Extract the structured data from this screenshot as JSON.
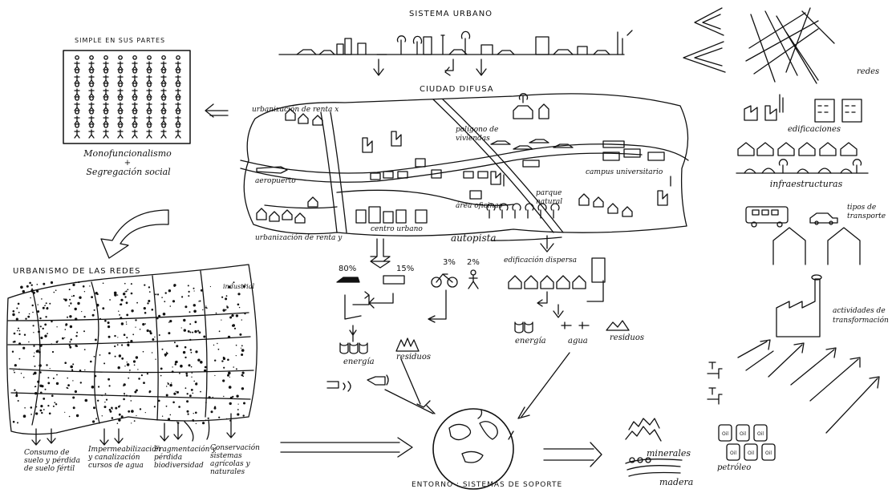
{
  "titles": {
    "sistema_urbano": "SISTEMA URBANO",
    "ciudad_difusa": "CIUDAD DIFUSA",
    "simple_en_sus_partes": "SIMPLE EN SUS PARTES",
    "urbanismo_de_las_redes": "URBANISMO DE LAS REDES",
    "entorno": "ENTORNO : SISTEMAS DE SOPORTE"
  },
  "labels": {
    "monofuncionalismo": "Monofuncionalismo",
    "plus": "+",
    "segregacion": "Segregación social",
    "urbanizacion_renta_x": "urbanización de renta x",
    "urbanizacion_renta_y": "urbanización de renta y",
    "aeropuerto": "aeropuerto",
    "poligono": "polígono de viviendas",
    "campus": "campus universitario",
    "parque": "parque natural",
    "area_oficinas": "área oficinas",
    "centro_urbano": "centro urbano",
    "autopista": "autopista",
    "redes": "redes",
    "edificaciones": "edificaciones",
    "infraestructuras": "infraestructuras",
    "tipos_transporte": "tipos de transporte",
    "actividades": "actividades de transformación",
    "edificacion_dispersa": "edificación dispersa",
    "energia_left": "energía",
    "residuos_left": "residuos",
    "energia_right": "energía",
    "agua": "agua",
    "residuos_right": "residuos",
    "minerales": "minerales",
    "madera": "madera",
    "petroleo": "petróleo",
    "oil": "Oil",
    "industrial": "industrial",
    "b1": "Consumo de suelo y pérdida de suelo fértil",
    "b2": "Impermeabilización y canalización cursos de agua",
    "b3": "Fragmentación y pérdida biodiversidad",
    "b4": "Conservación sistemas agrícolas y naturales"
  },
  "percentages": {
    "car": "80%",
    "bus": "15%",
    "bike": "3%",
    "walk": "2%"
  }
}
